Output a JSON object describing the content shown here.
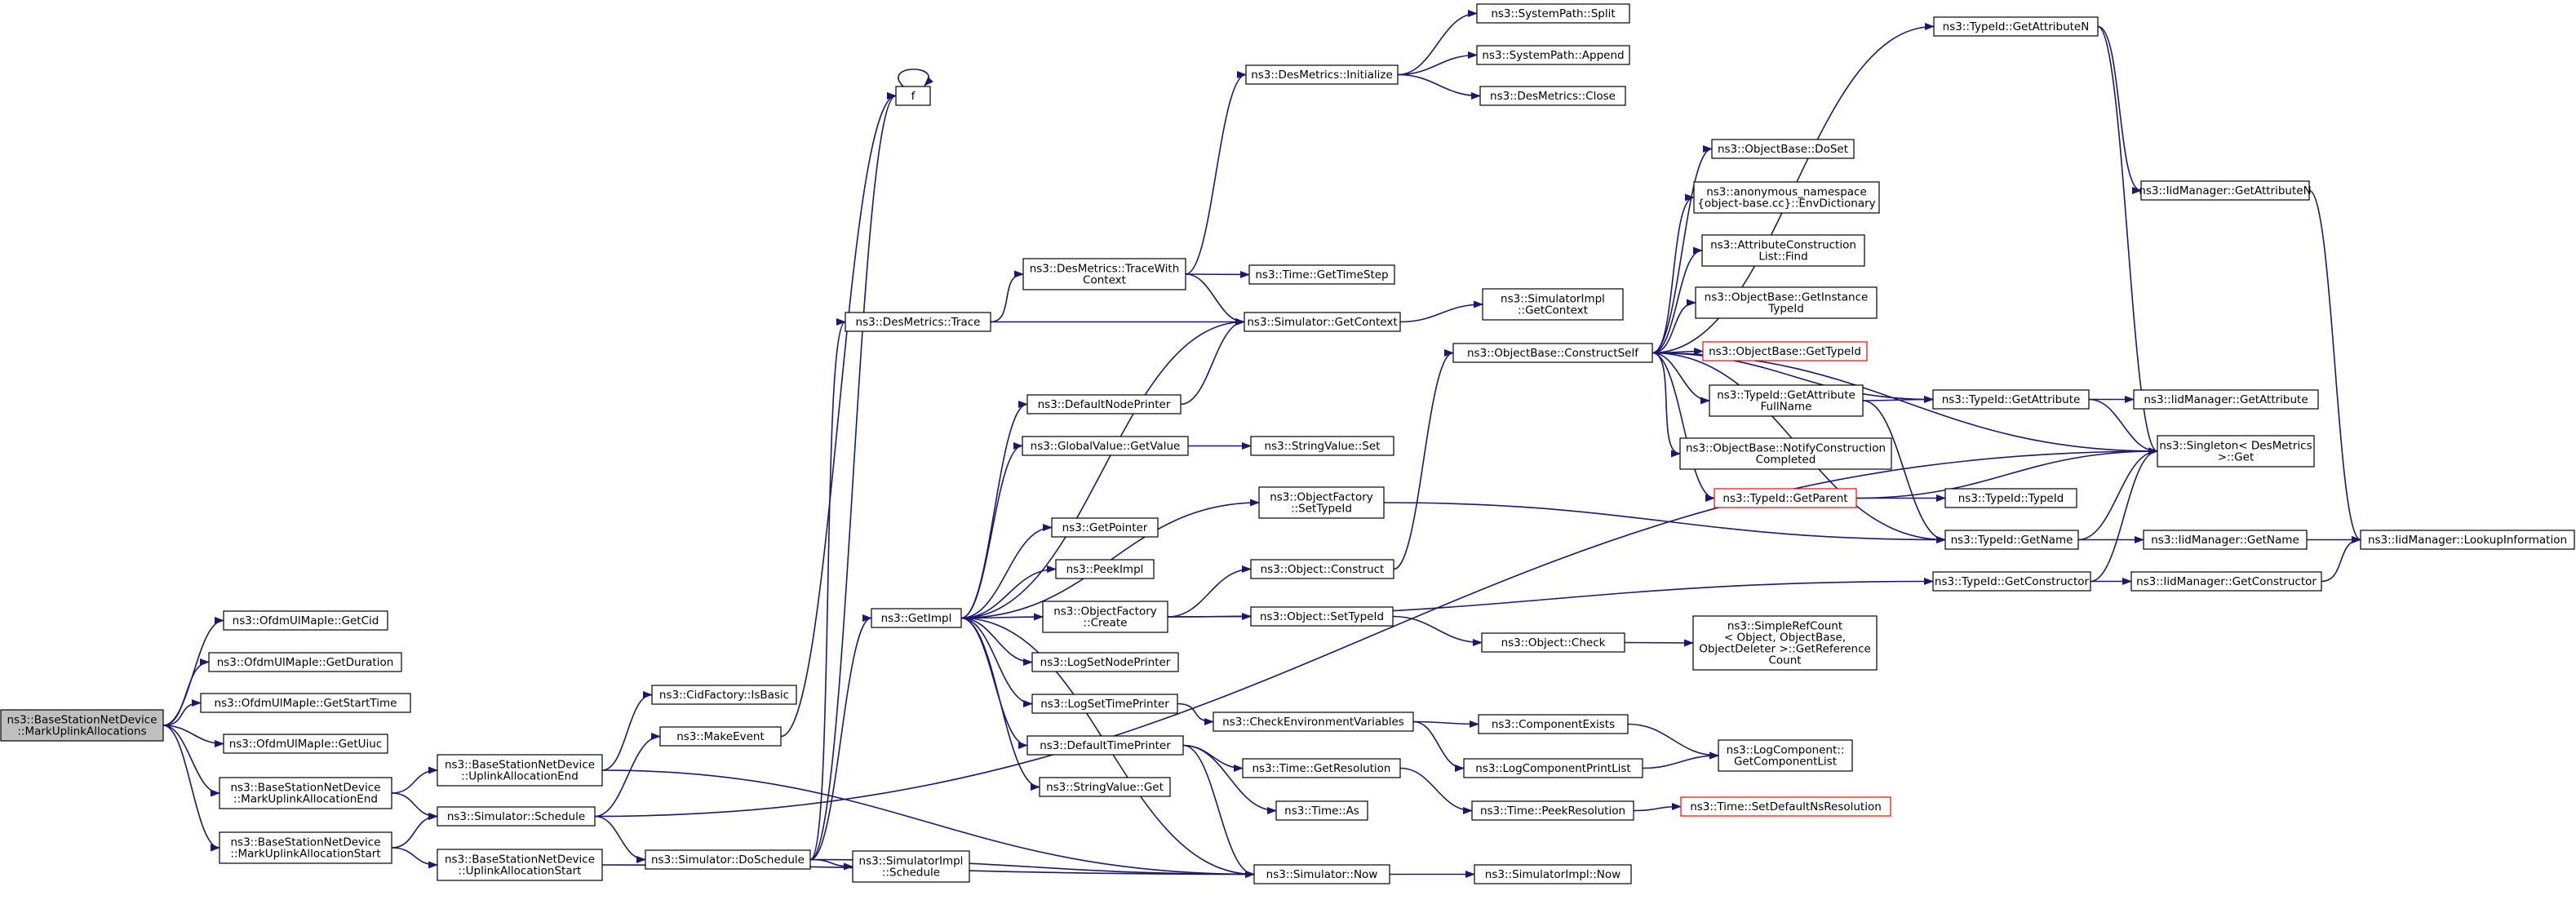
{
  "graph": {
    "edge_color": "#191970",
    "root_fill": "#bfbfbf",
    "truncated_border": "#ff0000",
    "nodes": [
      {
        "id": "root",
        "lines": [
          "ns3::BaseStationNetDevice",
          "::MarkUplinkAllocations"
        ],
        "root": true
      },
      {
        "id": "getcid",
        "lines": [
          "ns3::OfdmUlMapIe::GetCid"
        ]
      },
      {
        "id": "getduration",
        "lines": [
          "ns3::OfdmUlMapIe::GetDuration"
        ]
      },
      {
        "id": "getstarttime",
        "lines": [
          "ns3::OfdmUlMapIe::GetStartTime"
        ]
      },
      {
        "id": "getuiuc",
        "lines": [
          "ns3::OfdmUlMapIe::GetUiuc"
        ]
      },
      {
        "id": "markend",
        "lines": [
          "ns3::BaseStationNetDevice",
          "::MarkUplinkAllocationEnd"
        ]
      },
      {
        "id": "markstart",
        "lines": [
          "ns3::BaseStationNetDevice",
          "::MarkUplinkAllocationStart"
        ]
      },
      {
        "id": "ulallocend",
        "lines": [
          "ns3::BaseStationNetDevice",
          "::UplinkAllocationEnd"
        ]
      },
      {
        "id": "ulallocstart",
        "lines": [
          "ns3::BaseStationNetDevice",
          "::UplinkAllocationStart"
        ]
      },
      {
        "id": "cidisbasic",
        "lines": [
          "ns3::CidFactory::IsBasic"
        ]
      },
      {
        "id": "schedule",
        "lines": [
          "ns3::Simulator::Schedule"
        ]
      },
      {
        "id": "makeevent",
        "lines": [
          "ns3::MakeEvent"
        ]
      },
      {
        "id": "doschedule",
        "lines": [
          "ns3::Simulator::DoSchedule"
        ]
      },
      {
        "id": "f",
        "lines": [
          "f"
        ]
      },
      {
        "id": "destrace",
        "lines": [
          "ns3::DesMetrics::Trace"
        ]
      },
      {
        "id": "getimpl",
        "lines": [
          "ns3::GetImpl"
        ]
      },
      {
        "id": "simimplschedule",
        "lines": [
          "ns3::SimulatorImpl",
          "::Schedule"
        ]
      },
      {
        "id": "tracewithcontext",
        "lines": [
          "ns3::DesMetrics::TraceWith",
          "Context"
        ]
      },
      {
        "id": "desinit",
        "lines": [
          "ns3::DesMetrics::Initialize"
        ]
      },
      {
        "id": "gettimestep",
        "lines": [
          "ns3::Time::GetTimeStep"
        ]
      },
      {
        "id": "simgetcontext",
        "lines": [
          "ns3::Simulator::GetContext"
        ]
      },
      {
        "id": "defaultnodeprinter",
        "lines": [
          "ns3::DefaultNodePrinter"
        ]
      },
      {
        "id": "globalgetvalue",
        "lines": [
          "ns3::GlobalValue::GetValue"
        ]
      },
      {
        "id": "ofsettypeid",
        "lines": [
          "ns3::ObjectFactory",
          "::SetTypeId"
        ]
      },
      {
        "id": "getpointer",
        "lines": [
          "ns3::GetPointer"
        ]
      },
      {
        "id": "peekimpl",
        "lines": [
          "ns3::PeekImpl"
        ]
      },
      {
        "id": "ofcreate",
        "lines": [
          "ns3::ObjectFactory",
          "::Create"
        ]
      },
      {
        "id": "logsetnodeprinter",
        "lines": [
          "ns3::LogSetNodePrinter"
        ]
      },
      {
        "id": "logsettimeprinter",
        "lines": [
          "ns3::LogSetTimePrinter"
        ]
      },
      {
        "id": "defaulttimeprinter",
        "lines": [
          "ns3::DefaultTimePrinter"
        ]
      },
      {
        "id": "stringvalueget",
        "lines": [
          "ns3::StringValue::Get"
        ]
      },
      {
        "id": "syspathsplit",
        "lines": [
          "ns3::SystemPath::Split"
        ]
      },
      {
        "id": "syspathappend",
        "lines": [
          "ns3::SystemPath::Append"
        ]
      },
      {
        "id": "desclose",
        "lines": [
          "ns3::DesMetrics::Close"
        ]
      },
      {
        "id": "simimplgetcontext",
        "lines": [
          "ns3::SimulatorImpl",
          "::GetContext"
        ]
      },
      {
        "id": "stringvalueset",
        "lines": [
          "ns3::StringValue::Set"
        ]
      },
      {
        "id": "objconstruct",
        "lines": [
          "ns3::Object::Construct"
        ]
      },
      {
        "id": "objsettypeid",
        "lines": [
          "ns3::Object::SetTypeId"
        ]
      },
      {
        "id": "checkenv",
        "lines": [
          "ns3::CheckEnvironmentVariables"
        ]
      },
      {
        "id": "getresolution",
        "lines": [
          "ns3::Time::GetResolution"
        ]
      },
      {
        "id": "timeas",
        "lines": [
          "ns3::Time::As"
        ]
      },
      {
        "id": "simnow",
        "lines": [
          "ns3::Simulator::Now"
        ]
      },
      {
        "id": "constructself",
        "lines": [
          "ns3::ObjectBase::ConstructSelf"
        ]
      },
      {
        "id": "objcheck",
        "lines": [
          "ns3::Object::Check"
        ]
      },
      {
        "id": "componentexists",
        "lines": [
          "ns3::ComponentExists"
        ]
      },
      {
        "id": "logcompprintlist",
        "lines": [
          "ns3::LogComponentPrintList"
        ]
      },
      {
        "id": "peekresolution",
        "lines": [
          "ns3::Time::PeekResolution"
        ]
      },
      {
        "id": "simimplnow",
        "lines": [
          "ns3::SimulatorImpl::Now"
        ]
      },
      {
        "id": "typeidgetattrn",
        "lines": [
          "ns3::TypeId::GetAttributeN"
        ]
      },
      {
        "id": "doset",
        "lines": [
          "ns3::ObjectBase::DoSet"
        ]
      },
      {
        "id": "envdict",
        "lines": [
          "ns3::anonymous_namespace",
          "{object-base.cc}::EnvDictionary"
        ]
      },
      {
        "id": "attrconstrfind",
        "lines": [
          "ns3::AttributeConstruction",
          "List::Find"
        ]
      },
      {
        "id": "getinstancetypeid",
        "lines": [
          "ns3::ObjectBase::GetInstance",
          "TypeId"
        ]
      },
      {
        "id": "objbasegettypeid",
        "lines": [
          "ns3::ObjectBase::GetTypeId"
        ],
        "truncated": true
      },
      {
        "id": "getattrfullname",
        "lines": [
          "ns3::TypeId::GetAttribute",
          "FullName"
        ]
      },
      {
        "id": "notifyconstr",
        "lines": [
          "ns3::ObjectBase::NotifyConstruction",
          "Completed"
        ]
      },
      {
        "id": "getparent",
        "lines": [
          "ns3::TypeId::GetParent"
        ],
        "truncated": true
      },
      {
        "id": "simplerefcount",
        "lines": [
          "ns3::SimpleRefCount",
          "< Object, ObjectBase,",
          "ObjectDeleter >::GetReference",
          "Count"
        ]
      },
      {
        "id": "logcompgetlist",
        "lines": [
          "ns3::LogComponent::",
          "GetComponentList"
        ]
      },
      {
        "id": "setdefaultnsres",
        "lines": [
          "ns3::Time::SetDefaultNsResolution"
        ],
        "truncated": true
      },
      {
        "id": "typeidgetattr",
        "lines": [
          "ns3::TypeId::GetAttribute"
        ]
      },
      {
        "id": "typeidtypeid",
        "lines": [
          "ns3::TypeId::TypeId"
        ]
      },
      {
        "id": "typeidgetname",
        "lines": [
          "ns3::TypeId::GetName"
        ]
      },
      {
        "id": "typeidgetconstructor",
        "lines": [
          "ns3::TypeId::GetConstructor"
        ]
      },
      {
        "id": "iidgetattrn",
        "lines": [
          "ns3::IidManager::GetAttributeN"
        ]
      },
      {
        "id": "iidgetattr",
        "lines": [
          "ns3::IidManager::GetAttribute"
        ]
      },
      {
        "id": "singletonget",
        "lines": [
          "ns3::Singleton< DesMetrics",
          " >::Get"
        ]
      },
      {
        "id": "iidgetname",
        "lines": [
          "ns3::IidManager::GetName"
        ]
      },
      {
        "id": "iidgetconstructor",
        "lines": [
          "ns3::IidManager::GetConstructor"
        ]
      },
      {
        "id": "iidlookup",
        "lines": [
          "ns3::IidManager::LookupInformation"
        ]
      }
    ],
    "edges": [
      [
        "root",
        "getcid"
      ],
      [
        "root",
        "getduration"
      ],
      [
        "root",
        "getstarttime"
      ],
      [
        "root",
        "getuiuc"
      ],
      [
        "root",
        "markend"
      ],
      [
        "root",
        "markstart"
      ],
      [
        "markend",
        "ulallocend"
      ],
      [
        "markend",
        "schedule"
      ],
      [
        "markstart",
        "schedule"
      ],
      [
        "markstart",
        "ulallocstart"
      ],
      [
        "ulallocend",
        "cidisbasic"
      ],
      [
        "ulallocend",
        "simnow"
      ],
      [
        "ulallocstart",
        "simnow"
      ],
      [
        "schedule",
        "makeevent"
      ],
      [
        "schedule",
        "doschedule"
      ],
      [
        "schedule",
        "singletonget"
      ],
      [
        "makeevent",
        "f"
      ],
      [
        "f",
        "f"
      ],
      [
        "doschedule",
        "destrace"
      ],
      [
        "doschedule",
        "f"
      ],
      [
        "doschedule",
        "getimpl"
      ],
      [
        "doschedule",
        "simimplschedule"
      ],
      [
        "doschedule",
        "simnow"
      ],
      [
        "destrace",
        "tracewithcontext"
      ],
      [
        "destrace",
        "simgetcontext"
      ],
      [
        "tracewithcontext",
        "desinit"
      ],
      [
        "tracewithcontext",
        "gettimestep"
      ],
      [
        "tracewithcontext",
        "simgetcontext"
      ],
      [
        "desinit",
        "syspathsplit"
      ],
      [
        "desinit",
        "syspathappend"
      ],
      [
        "desinit",
        "desclose"
      ],
      [
        "simgetcontext",
        "simimplgetcontext"
      ],
      [
        "getimpl",
        "simgetcontext"
      ],
      [
        "getimpl",
        "defaultnodeprinter"
      ],
      [
        "getimpl",
        "globalgetvalue"
      ],
      [
        "getimpl",
        "ofsettypeid"
      ],
      [
        "getimpl",
        "getpointer"
      ],
      [
        "getimpl",
        "peekimpl"
      ],
      [
        "getimpl",
        "ofcreate"
      ],
      [
        "getimpl",
        "logsetnodeprinter"
      ],
      [
        "getimpl",
        "logsettimeprinter"
      ],
      [
        "getimpl",
        "defaulttimeprinter"
      ],
      [
        "getimpl",
        "stringvalueget"
      ],
      [
        "getimpl",
        "simnow"
      ],
      [
        "defaultnodeprinter",
        "simgetcontext"
      ],
      [
        "globalgetvalue",
        "stringvalueset"
      ],
      [
        "ofsettypeid",
        "typeidgetname"
      ],
      [
        "ofcreate",
        "objconstruct"
      ],
      [
        "ofcreate",
        "objsettypeid"
      ],
      [
        "ofcreate",
        "typeidgetconstructor"
      ],
      [
        "objconstruct",
        "constructself"
      ],
      [
        "objsettypeid",
        "objcheck"
      ],
      [
        "objcheck",
        "simplerefcount"
      ],
      [
        "logsettimeprinter",
        "checkenv"
      ],
      [
        "checkenv",
        "componentexists"
      ],
      [
        "checkenv",
        "logcompprintlist"
      ],
      [
        "componentexists",
        "logcompgetlist"
      ],
      [
        "logcompprintlist",
        "logcompgetlist"
      ],
      [
        "defaulttimeprinter",
        "getresolution"
      ],
      [
        "defaulttimeprinter",
        "timeas"
      ],
      [
        "defaulttimeprinter",
        "simnow"
      ],
      [
        "getresolution",
        "peekresolution"
      ],
      [
        "peekresolution",
        "setdefaultnsres"
      ],
      [
        "simnow",
        "simimplnow"
      ],
      [
        "constructself",
        "typeidgetattrn"
      ],
      [
        "constructself",
        "doset"
      ],
      [
        "constructself",
        "envdict"
      ],
      [
        "constructself",
        "attrconstrfind"
      ],
      [
        "constructself",
        "getinstancetypeid"
      ],
      [
        "constructself",
        "objbasegettypeid"
      ],
      [
        "constructself",
        "getattrfullname"
      ],
      [
        "constructself",
        "notifyconstr"
      ],
      [
        "constructself",
        "getparent"
      ],
      [
        "constructself",
        "typeidgetattr"
      ],
      [
        "constructself",
        "typeidgetname"
      ],
      [
        "constructself",
        "singletonget"
      ],
      [
        "getattrfullname",
        "typeidgetattr"
      ],
      [
        "getattrfullname",
        "typeidgetname"
      ],
      [
        "getparent",
        "typeidtypeid"
      ],
      [
        "getparent",
        "singletonget"
      ],
      [
        "typeidgetattrn",
        "iidgetattrn"
      ],
      [
        "typeidgetattrn",
        "singletonget"
      ],
      [
        "typeidgetattr",
        "iidgetattr"
      ],
      [
        "typeidgetattr",
        "singletonget"
      ],
      [
        "typeidgetname",
        "iidgetname"
      ],
      [
        "typeidgetname",
        "singletonget"
      ],
      [
        "typeidgetconstructor",
        "iidgetconstructor"
      ],
      [
        "typeidgetconstructor",
        "singletonget"
      ],
      [
        "iidgetattrn",
        "iidlookup"
      ],
      [
        "iidgetname",
        "iidlookup"
      ],
      [
        "iidgetconstructor",
        "iidlookup"
      ]
    ]
  }
}
